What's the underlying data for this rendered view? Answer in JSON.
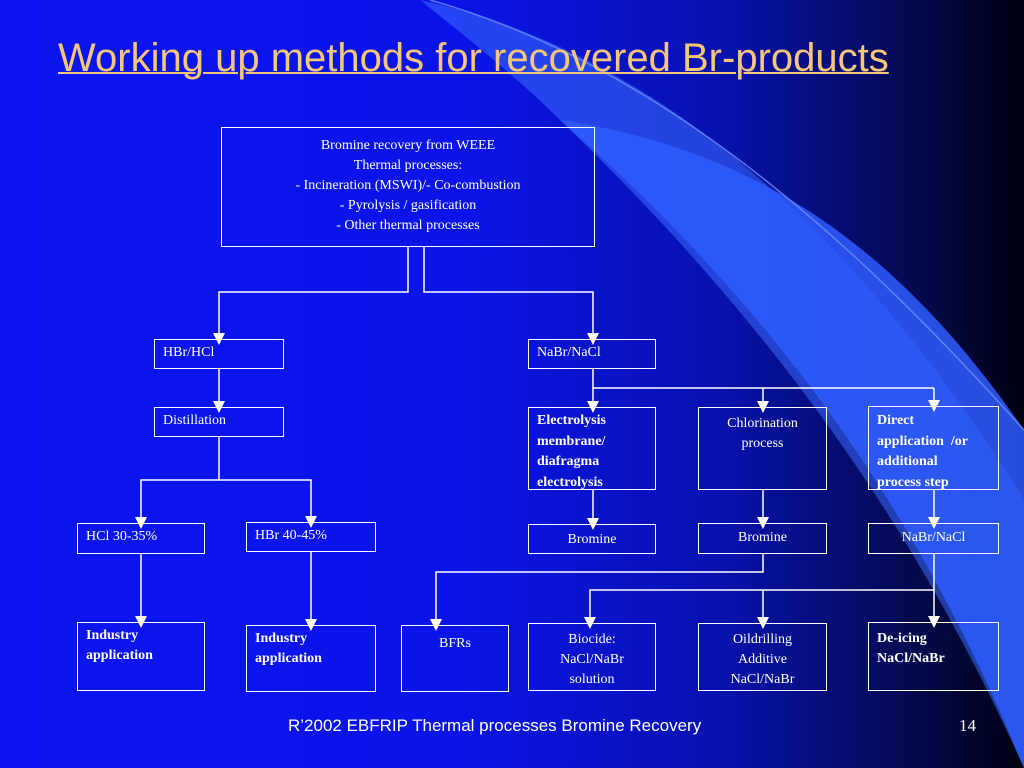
{
  "title": "Working up methods for recovered Br-products",
  "root": {
    "lines": [
      "Bromine recovery from WEEE",
      "Thermal processes:",
      "- Incineration (MSWI)/- Co-combustion",
      "- Pyrolysis / gasification",
      "- Other thermal processes"
    ]
  },
  "left": {
    "hbr_hcl": "HBr/HCl",
    "distillation": "Distillation",
    "hcl": "HCl 30-35%",
    "hbr": "HBr 40-45%",
    "industry1": [
      "Industry",
      "application"
    ],
    "industry2": [
      "Industry",
      "application"
    ]
  },
  "right": {
    "nabr_nacl": "NaBr/NaCl",
    "electrolysis": [
      "Electrolysis",
      "membrane/",
      "diafragma",
      "electrolysis"
    ],
    "chlorination": [
      "Chlorination",
      "process"
    ],
    "direct": [
      "Direct",
      "application  /or",
      "additional",
      "process step"
    ],
    "bromine1": "Bromine",
    "bromine2": "Bromine",
    "nabr_nacl2": "NaBr/NaCl",
    "bfrs": "BFRs",
    "biocide": [
      "Biocide:",
      "NaCl/NaBr",
      "solution"
    ],
    "oildrilling": [
      "Oildrilling",
      "Additive",
      "NaCl/NaBr"
    ],
    "deicing": [
      "De-icing",
      "NaCl/NaBr"
    ]
  },
  "footer": "R’2002 EBFRIP Thermal processes Bromine Recovery",
  "page_number": "14",
  "colors": {
    "title": "#f6c77a",
    "background": "#0a14e8",
    "lines": "#ffffff"
  }
}
